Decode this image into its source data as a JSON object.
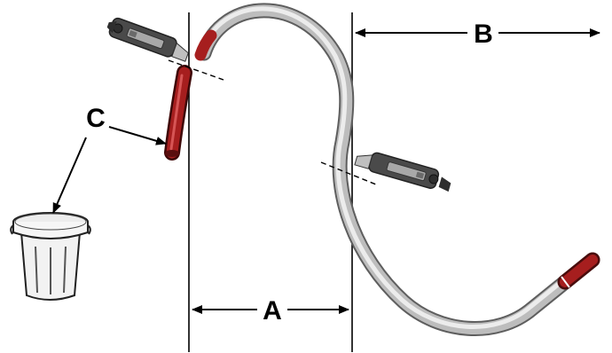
{
  "labels": {
    "a": "A",
    "b": "B",
    "c": "C"
  },
  "colors": {
    "tube_light": "#e6e6e6",
    "tube_mid": "#b4b4b4",
    "tube_dark": "#7a7a7a",
    "cut_section": "#9a1b1b",
    "cutter_body": "#4a4a4a",
    "cutter_light": "#a8a8a8",
    "line": "#000000"
  },
  "icons": {
    "tube_cutter": "tube-cutter-icon",
    "trash_can": "trash-can-icon"
  }
}
